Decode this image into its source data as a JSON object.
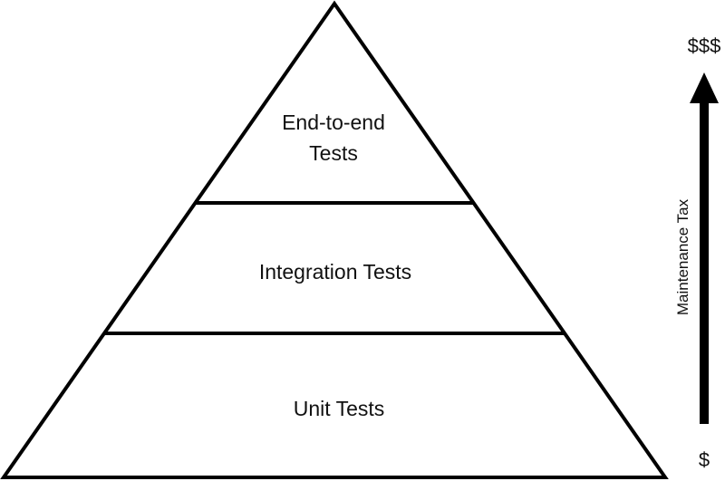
{
  "pyramid": {
    "top_layer": {
      "line1": "End-to-end",
      "line2": "Tests"
    },
    "middle_layer": {
      "label": "Integration Tests"
    },
    "bottom_layer": {
      "label": "Unit Tests"
    }
  },
  "cost_axis": {
    "high_label": "$$$",
    "low_label": "$",
    "axis_title": "Maintenance Tax"
  },
  "colors": {
    "stroke": "#000000",
    "text": "#111111",
    "background": "#ffffff"
  }
}
